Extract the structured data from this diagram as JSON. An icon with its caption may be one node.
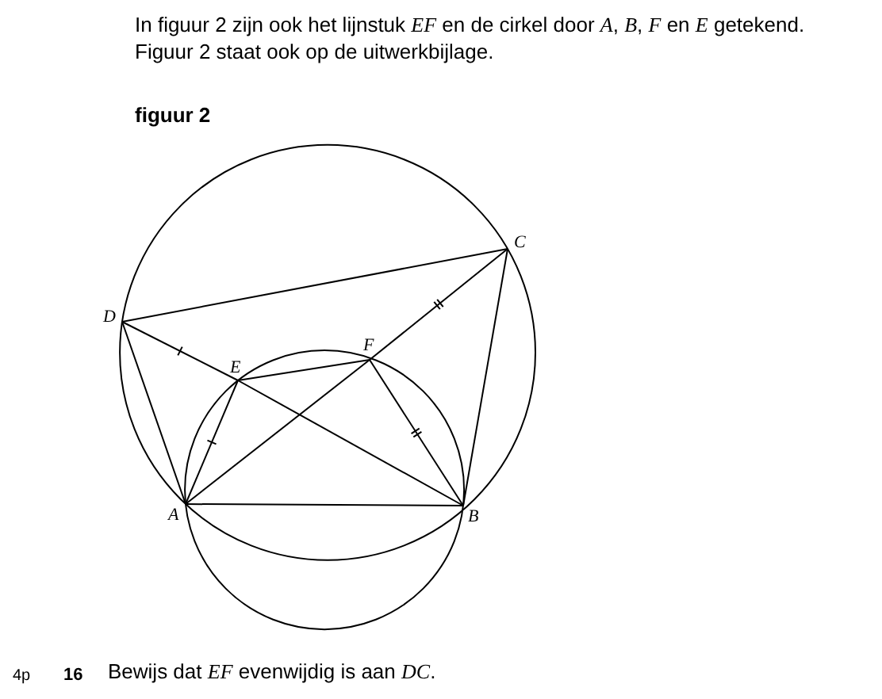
{
  "diagram": {
    "title": "figuur 2",
    "nodes": [
      {
        "text": [
          "A"
        ]
      },
      {
        "text": [
          "B"
        ]
      },
      {
        "text": [
          "C"
        ]
      },
      {
        "text": [
          "D"
        ]
      },
      {
        "text": [
          "E"
        ]
      },
      {
        "text": [
          "F"
        ]
      }
    ],
    "edges": [
      {
        "from": 3,
        "to": 2,
        "arrow": "none"
      },
      {
        "from": 3,
        "to": 0,
        "arrow": "none"
      },
      {
        "from": 3,
        "to": 4,
        "arrow": "none"
      },
      {
        "from": 4,
        "to": 1,
        "arrow": "none"
      },
      {
        "from": 0,
        "to": 5,
        "arrow": "none"
      },
      {
        "from": 5,
        "to": 2,
        "arrow": "none"
      },
      {
        "from": 0,
        "to": 4,
        "arrow": "none"
      },
      {
        "from": 4,
        "to": 5,
        "arrow": "none"
      },
      {
        "from": 5,
        "to": 1,
        "arrow": "none"
      },
      {
        "from": 2,
        "to": 1,
        "arrow": "none"
      },
      {
        "from": 0,
        "to": 1,
        "arrow": "none"
      }
    ],
    "labels": [
      "In figuur 2 zijn ook het lijnstuk *EF* en de cirkel door *A*, *B*, *F* en *E* getekend.",
      "Figuur 2 staat ook op de uitwerkbijlage.",
      "4p",
      "16",
      "Bewijs dat *EF* evenwijdig is aan *DC*."
    ]
  }
}
